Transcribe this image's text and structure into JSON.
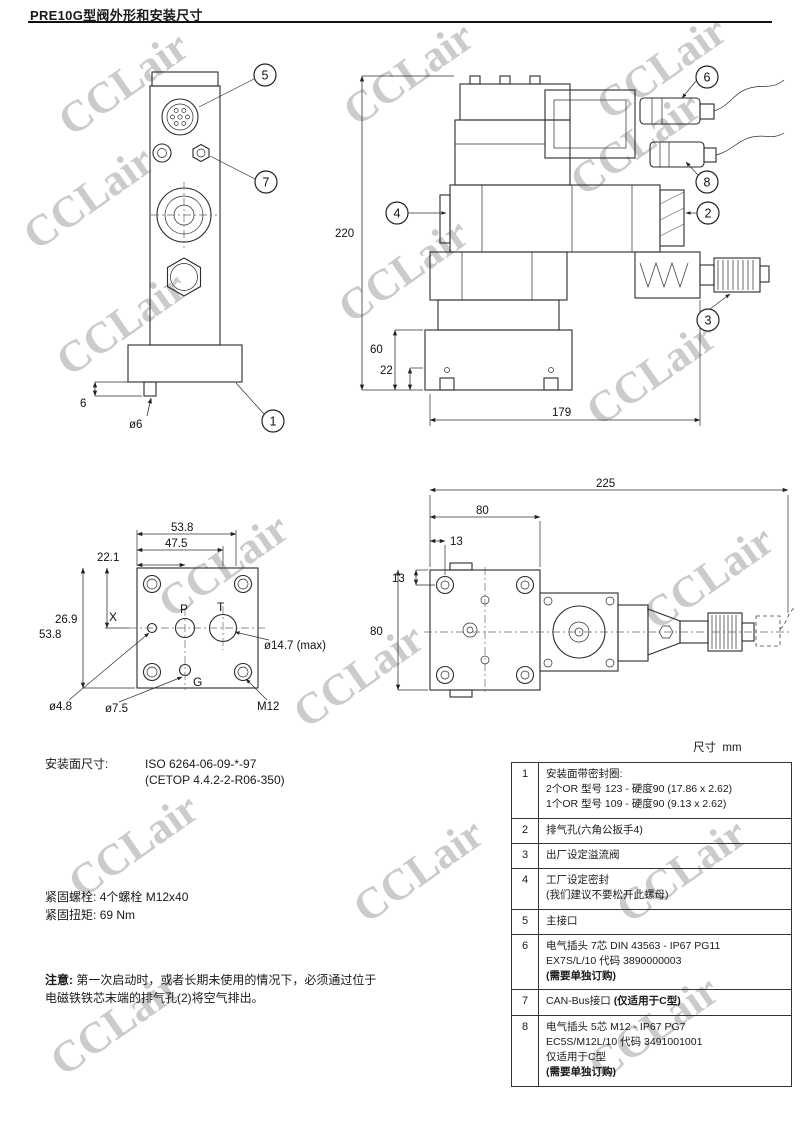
{
  "page": {
    "title": "PRE10G型阀外形和安装尺寸",
    "units_label": "尺寸  mm",
    "watermark": "CCLair"
  },
  "front_view": {
    "callout_connector": "5",
    "callout_plug": "7",
    "callout_seal": "1",
    "dim_foot": "6",
    "dim_hole": "ø6"
  },
  "side_view": {
    "callout_plug7": "6",
    "callout_plug5": "8",
    "callout_vent": "4",
    "callout_main": "2",
    "callout_relief": "3",
    "dim_height": "220",
    "dim_base": "60",
    "dim_port": "22",
    "dim_length": "179"
  },
  "mounting_face": {
    "dim_w1": "53.8",
    "dim_w2": "47.5",
    "dim_w3": "22.1",
    "dim_h1": "26.9",
    "dim_h2": "53.8",
    "dim_t": "ø14.7 (max)",
    "dim_x": "ø4.8",
    "dim_g": "ø7.5",
    "dim_m": "M12",
    "port_x": "X",
    "port_p": "P",
    "port_t": "T",
    "port_g": "G"
  },
  "top_view": {
    "dim_l": "225",
    "dim_w": "80",
    "dim_o1": "13",
    "dim_o2": "13",
    "dim_h": "80"
  },
  "notes": {
    "mount_label": "安装面尺寸:",
    "mount_line1": "ISO 6264-06-09-*-97",
    "mount_line2": "(CETOP 4.4.2-2-R06-350)",
    "bolt_label": "紧固螺栓:",
    "bolt_value": "4个螺栓 M12x40",
    "torque_label": "紧固扭矩:",
    "torque_value": "69 Nm",
    "note_label": "注意:",
    "note_line1": "第一次启动时，或者长期未使用的情况下，必须通过位于",
    "note_line2": "电磁铁铁芯末端的排气孔(2)将空气排出。"
  },
  "table": {
    "rows": [
      {
        "num": "1",
        "l1": "安装面带密封圈:",
        "l2": "2个OR 型号 123 - 硬度90 (17.86 x 2.62)",
        "l3": "1个OR 型号 109 - 硬度90 (9.13 x 2.62)"
      },
      {
        "num": "2",
        "l1": "排气孔(六角公扳手4)"
      },
      {
        "num": "3",
        "l1": "出厂设定溢流阀"
      },
      {
        "num": "4",
        "l1": "工厂设定密封",
        "l2": "(我们建议不要松开此螺母)"
      },
      {
        "num": "5",
        "l1": "主接口"
      },
      {
        "num": "6",
        "l1": "电气插头 7芯  DIN 43563 - IP67 PG11",
        "l2": "EX7S/L/10 代码 3890000003",
        "bold": "(需要单独订购)"
      },
      {
        "num": "7",
        "l1": "CAN-Bus接口 ",
        "bold": "(仅适用于C型)"
      },
      {
        "num": "8",
        "l1": "电气插头 5芯  M12 - IP67 PG7",
        "l2": "EC5S/M12L/10 代码 3491001001",
        "l3": "仅适用于C型",
        "bold": "(需要单独订购)"
      }
    ]
  }
}
